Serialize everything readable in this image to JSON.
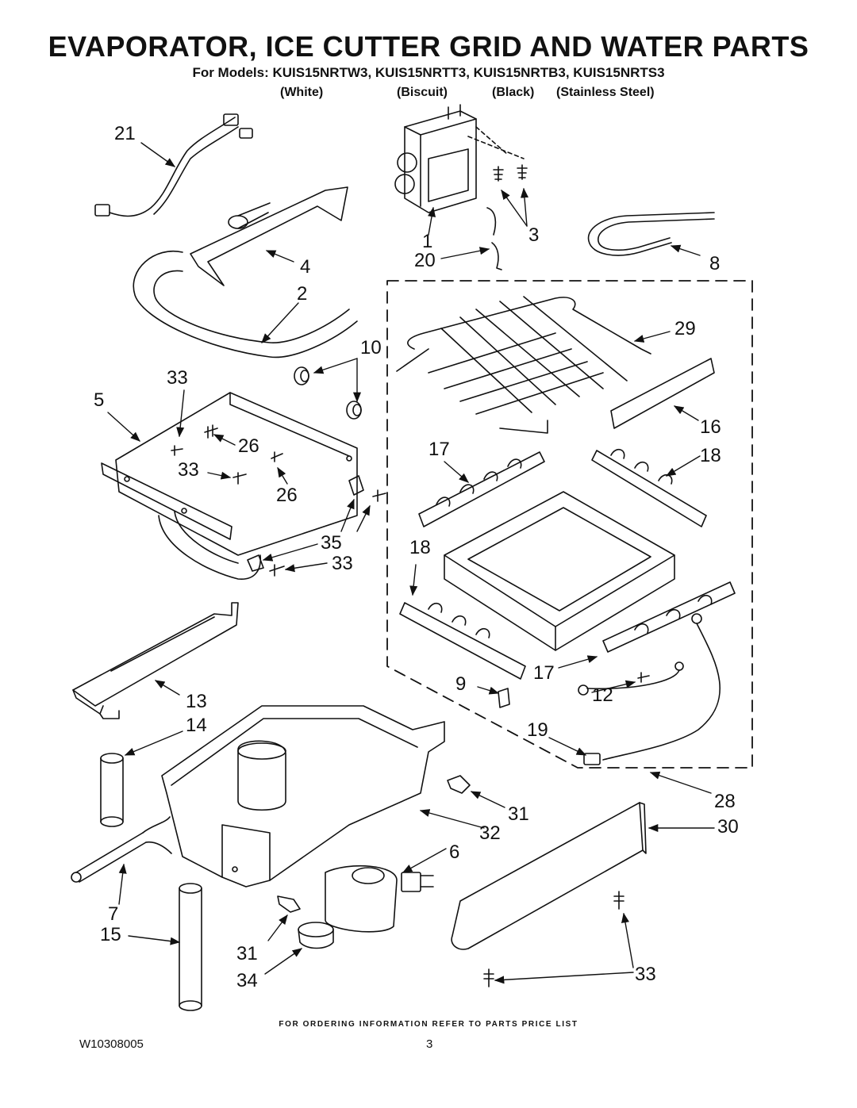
{
  "header": {
    "title": "EVAPORATOR, ICE CUTTER GRID AND WATER PARTS",
    "models": "For Models: KUIS15NRTW3, KUIS15NRTT3, KUIS15NRTB3, KUIS15NRTS3",
    "colors": [
      "(White)",
      "(Biscuit)",
      "(Black)",
      "(Stainless Steel)"
    ]
  },
  "callouts": [
    "21",
    "1",
    "3",
    "20",
    "4",
    "8",
    "2",
    "10",
    "29",
    "33",
    "5",
    "26",
    "16",
    "17",
    "18",
    "33",
    "26",
    "35",
    "33",
    "18",
    "13",
    "17",
    "9",
    "12",
    "14",
    "19",
    "31",
    "28",
    "32",
    "30",
    "6",
    "7",
    "15",
    "31",
    "34",
    "33"
  ],
  "footer": {
    "note": "FOR ORDERING INFORMATION REFER TO PARTS PRICE LIST",
    "doc_id": "W10308005",
    "page": "3"
  }
}
